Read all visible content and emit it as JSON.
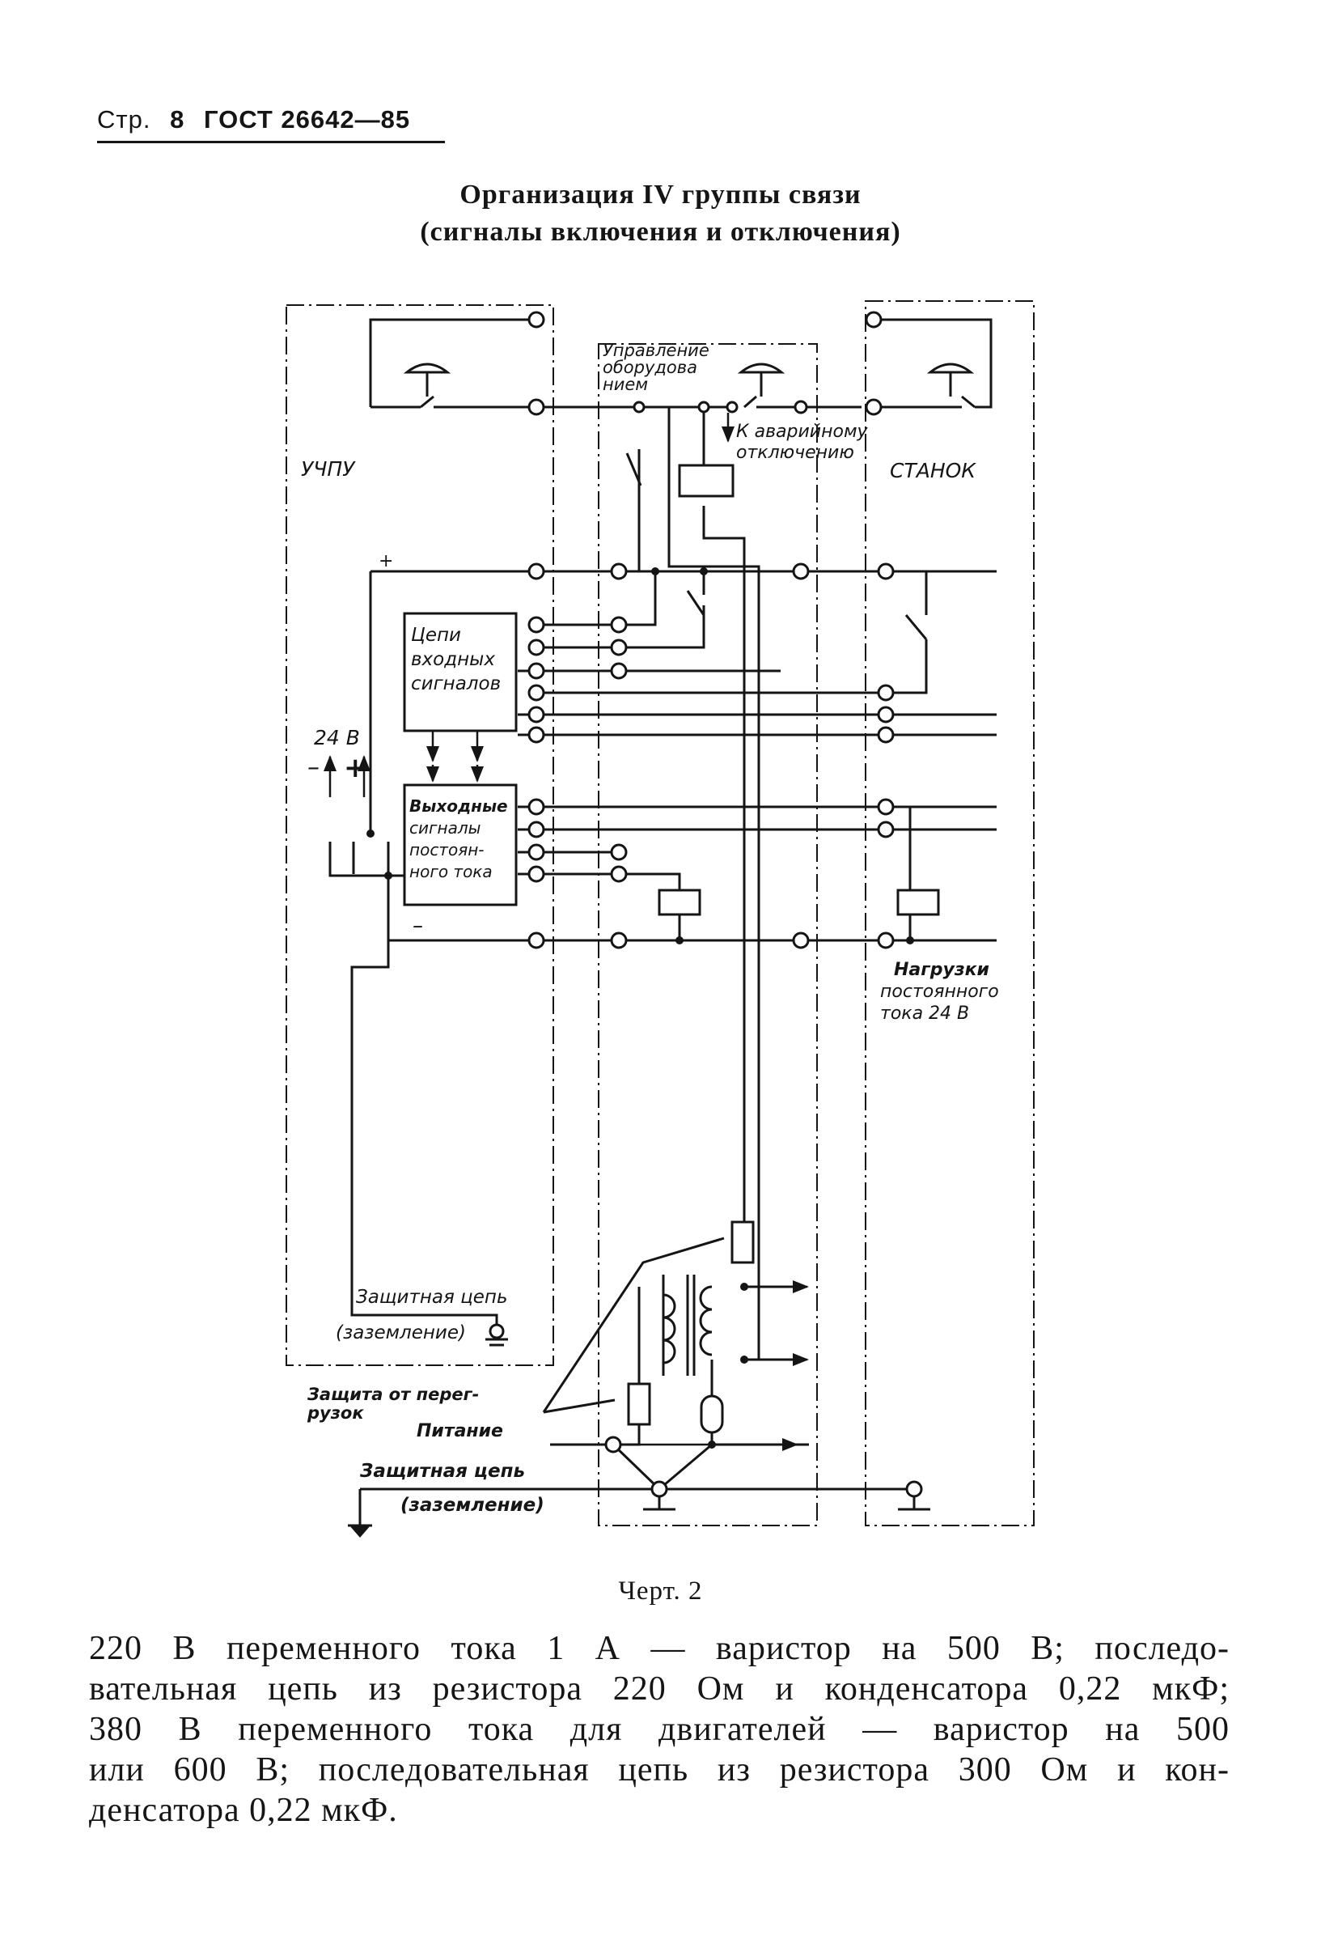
{
  "header": {
    "page_label": "Стр.",
    "page_number": "8",
    "standard": "ГОСТ 26642—85"
  },
  "title": {
    "line1": "Организация IV группы связи",
    "line2": "(сигналы включения и отключения)"
  },
  "diagram": {
    "labels": {
      "uchpu": "УЧПУ",
      "stanok": "СТАНОК",
      "control_1": "Управление",
      "control_2": "оборудова",
      "control_3": "нием",
      "emergency_1": "К аварийному",
      "emergency_2": "отключению",
      "input_1": "Цепи",
      "input_2": "входных",
      "input_3": "сигналов",
      "output_1": "Выходные",
      "output_2": "сигналы",
      "output_3": "постоян-",
      "output_4": "ного тока",
      "voltage": "24 В",
      "plus": "+",
      "minus": "–",
      "minus_bus": "–",
      "plus_bus": "+",
      "load_1": "Нагрузки",
      "load_2": "постоянного",
      "load_3": "тока 24 В",
      "prot_1": "Защитная цепь",
      "prot_2": "(заземление)",
      "overload_1": "Защита от перег-",
      "overload_2": "рузок",
      "power": "Питание",
      "prot_3": "Защитная цепь",
      "prot_4": "(заземление)"
    }
  },
  "caption": "Черт. 2",
  "text": {
    "l1": "220 В переменного тока 1 А — варистор на 500 В; последо-",
    "l2": "вательная цепь из резистора 220 Ом и конденсатора 0,22 мкФ;",
    "l3": "380 В переменного тока для двигателей — варистор на 500",
    "l4": "или 600 В; последовательная цепь из резистора 300 Ом и кон-",
    "l5": "денсатора 0,22 мкФ."
  }
}
